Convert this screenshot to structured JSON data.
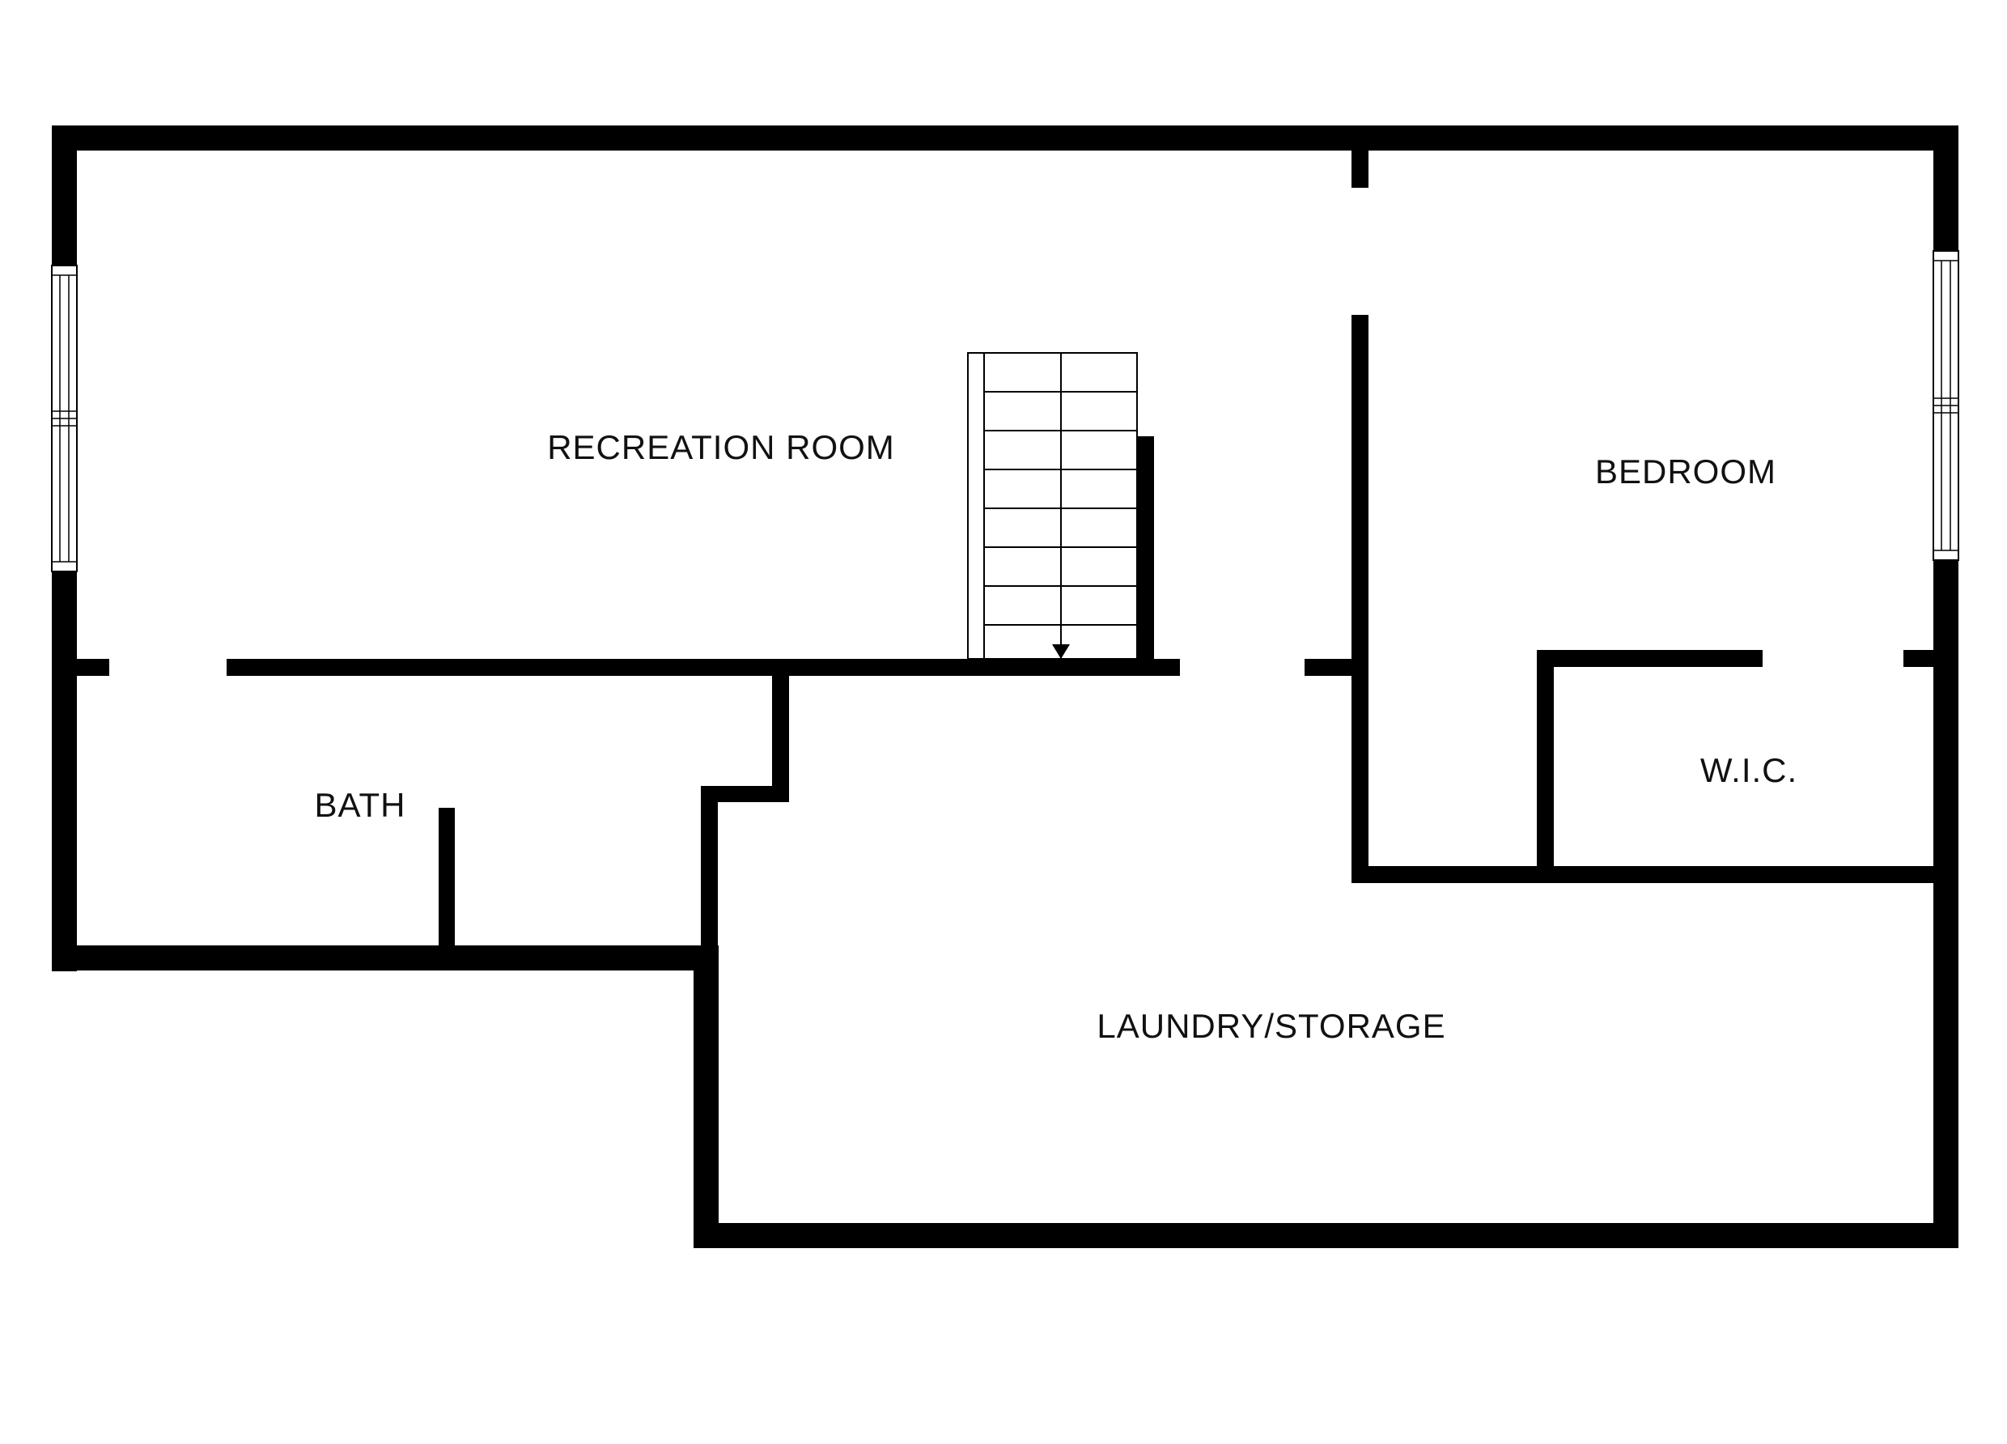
{
  "rooms": {
    "recreation_room": "RECREATION ROOM",
    "bedroom": "BEDROOM",
    "bath": "BATH",
    "wic": "W.I.C.",
    "laundry_storage": "LAUNDRY/STORAGE"
  },
  "colors": {
    "wall": "#000000",
    "background": "#ffffff"
  }
}
